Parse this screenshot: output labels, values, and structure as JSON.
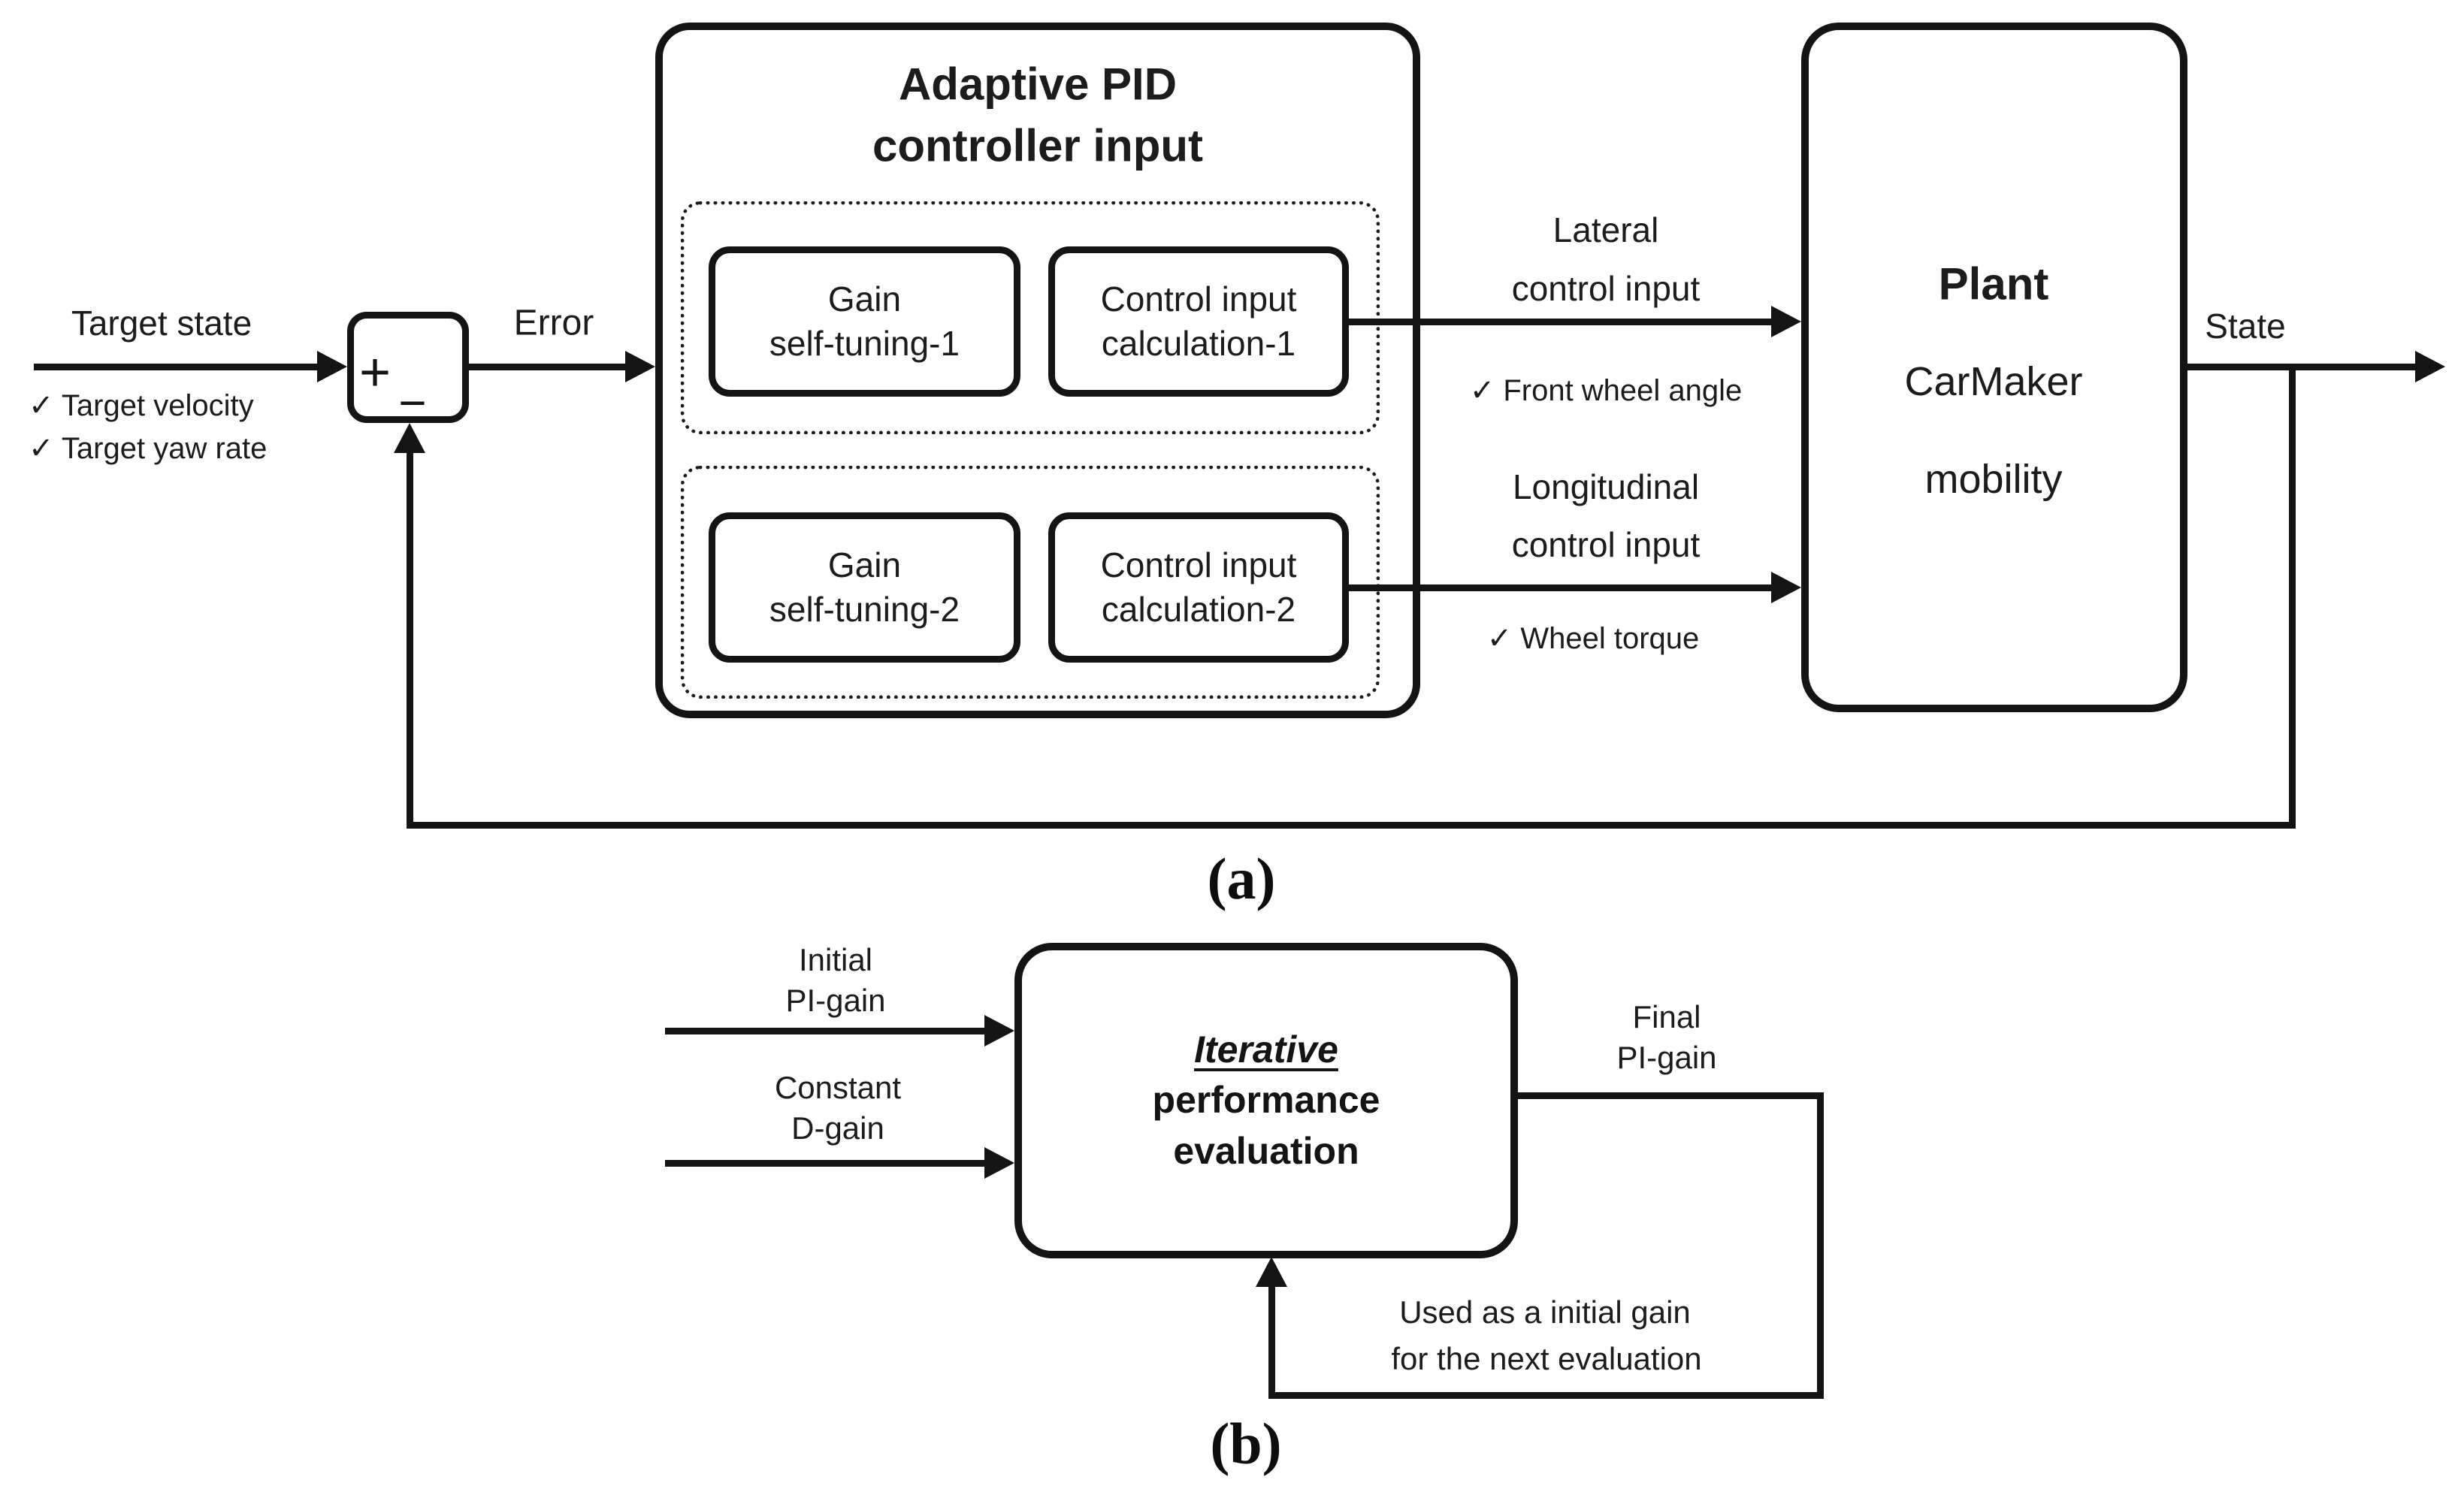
{
  "colors": {
    "line": "#141414",
    "background": "#ffffff",
    "text": "#1c1c1c"
  },
  "part_a": {
    "caption": "(a)",
    "target_state": "Target state",
    "target_velocity": "✓ Target velocity",
    "target_yaw_rate": "✓ Target yaw rate",
    "sum_plus": "+",
    "sum_minus": "−",
    "error": "Error",
    "controller_title_line1": "Adaptive PID",
    "controller_title_line2": "controller input",
    "gain_tuning_1_line1": "Gain",
    "gain_tuning_1_line2": "self-tuning-1",
    "control_calc_1_line1": "Control input",
    "control_calc_1_line2": "calculation-1",
    "gain_tuning_2_line1": "Gain",
    "gain_tuning_2_line2": "self-tuning-2",
    "control_calc_2_line1": "Control input",
    "control_calc_2_line2": "calculation-2",
    "lateral_line1": "Lateral",
    "lateral_line2": "control input",
    "front_wheel_angle": "✓ Front wheel angle",
    "longitudinal_line1": "Longitudinal",
    "longitudinal_line2": "control input",
    "wheel_torque": "✓ Wheel torque",
    "plant_title": "Plant",
    "plant_line2": "CarMaker",
    "plant_line3": "mobility",
    "state": "State"
  },
  "part_b": {
    "caption": "(b)",
    "initial_line1": "Initial",
    "initial_line2": "PI-gain",
    "constant_line1": "Constant",
    "constant_line2": "D-gain",
    "eval_line1": "Iterative",
    "eval_line2": "performance",
    "eval_line3": "evaluation",
    "final_line1": "Final",
    "final_line2": "PI-gain",
    "note_line1": "Used as a initial gain",
    "note_line2": "for the next evaluation"
  }
}
